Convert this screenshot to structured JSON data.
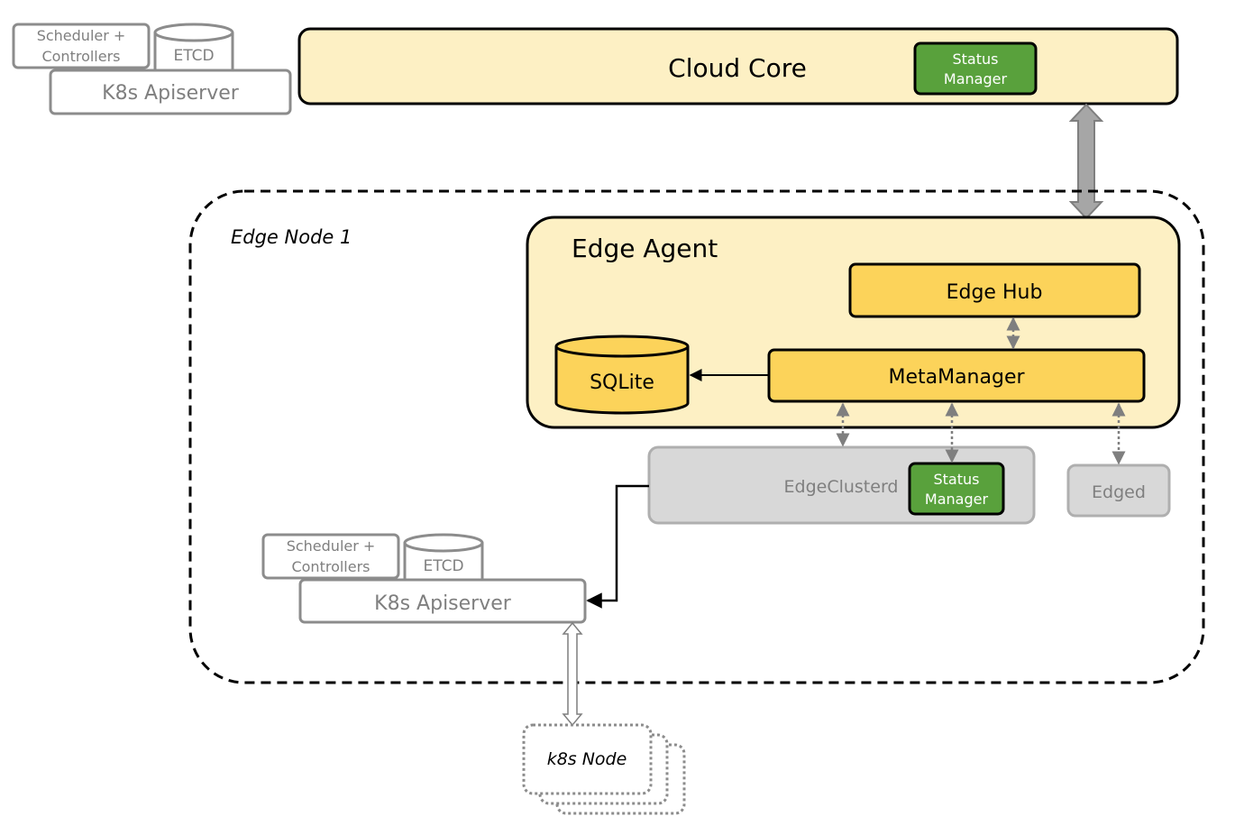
{
  "colors": {
    "cloud_core_fill": "#FDF0C4",
    "edge_agent_fill": "#FDF0C4",
    "module_fill": "#FCD35A",
    "status_manager_fill": "#59A13C",
    "gray_box_fill": "#D8D8D8",
    "gray_text": "#7F7F7F",
    "gray_stroke": "#8C8C8C",
    "dark_stroke": "#000000"
  },
  "cloud": {
    "scheduler_label_line1": "Scheduler +",
    "scheduler_label_line2": "Controllers",
    "etcd_label": "ETCD",
    "apiserver_label": "K8s Apiserver",
    "cloud_core_label": "Cloud Core",
    "status_manager_line1": "Status",
    "status_manager_line2": "Manager"
  },
  "edge_node": {
    "label": "Edge Node 1",
    "edge_agent": {
      "label": "Edge Agent",
      "edge_hub_label": "Edge Hub",
      "meta_manager_label": "MetaManager",
      "sqlite_label": "SQLite"
    },
    "edge_clusterd": {
      "label": "EdgeClusterd",
      "status_manager_line1": "Status",
      "status_manager_line2": "Manager"
    },
    "edged_label": "Edged",
    "local_k8s": {
      "scheduler_label_line1": "Scheduler +",
      "scheduler_label_line2": "Controllers",
      "etcd_label": "ETCD",
      "apiserver_label": "K8s Apiserver"
    }
  },
  "k8s_node_label": "k8s Node"
}
